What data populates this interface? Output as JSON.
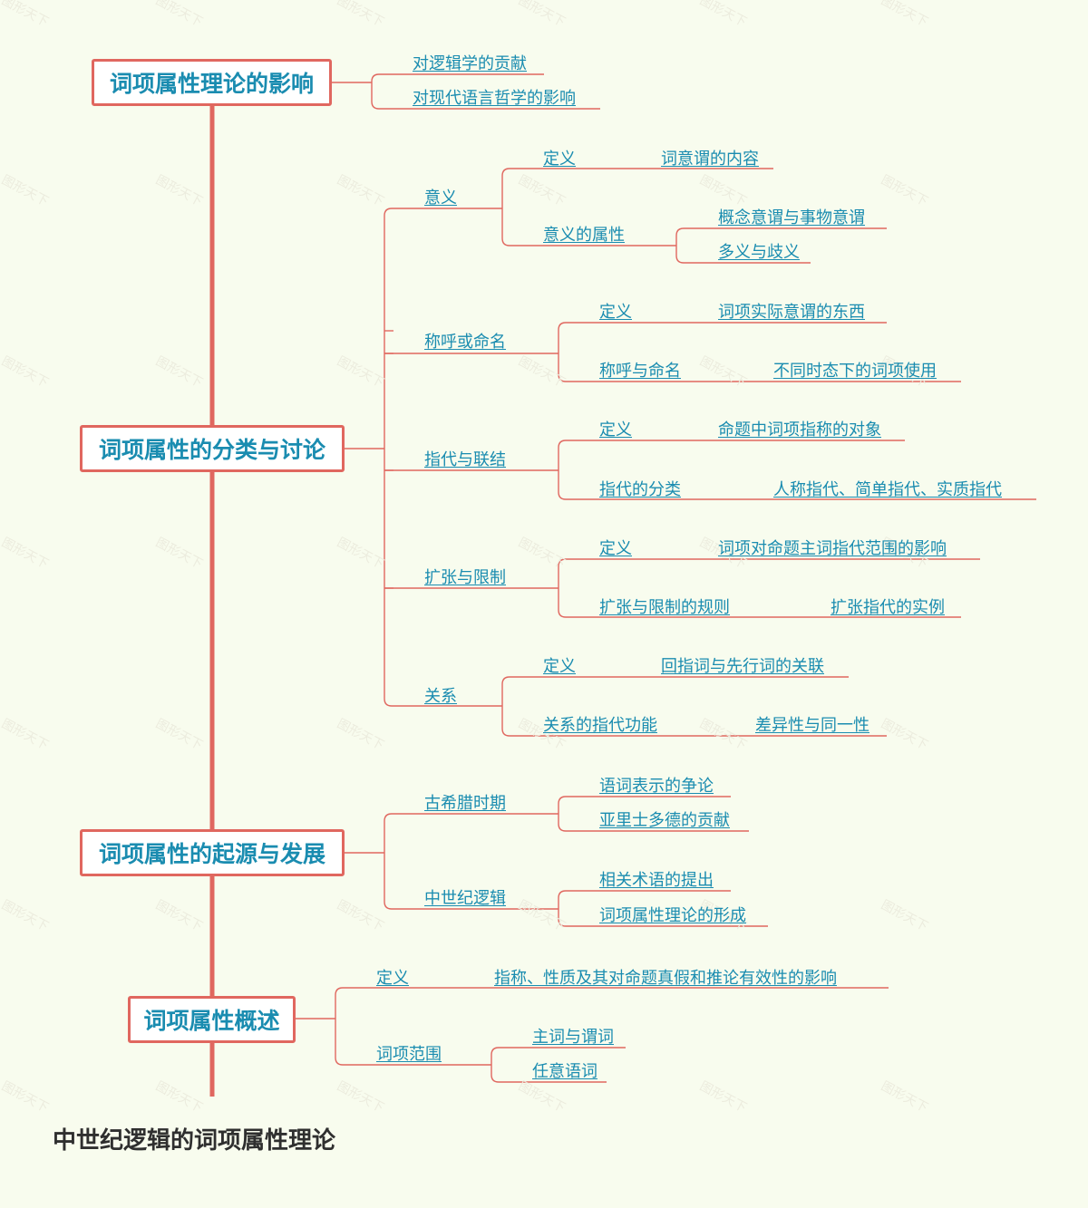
{
  "root": "中世纪逻辑的词项属性理论",
  "watermark": "图形天下",
  "colors": {
    "line": "#e0675f",
    "text": "#1a8cb0",
    "background": "#f8fcee",
    "root_text": "#2f2f2f"
  },
  "topics": {
    "t1": {
      "title": "词项属性理论的影响",
      "a": "对逻辑学的贡献",
      "b": "对现代语言哲学的影响"
    },
    "t2": {
      "title": "词项属性的分类与讨论",
      "g1": {
        "name": "意义",
        "a": "定义",
        "a1": "词意谓的内容",
        "b": "意义的属性",
        "b1": "概念意谓与事物意谓",
        "b2": "多义与歧义"
      },
      "g2": {
        "name": "称呼或命名",
        "a": "定义",
        "a1": "词项实际意谓的东西",
        "b": "称呼与命名",
        "b1": "不同时态下的词项使用"
      },
      "g3": {
        "name": "指代与联结",
        "a": "定义",
        "a1": "命题中词项指称的对象",
        "b": "指代的分类",
        "b1": "人称指代、简单指代、实质指代"
      },
      "g4": {
        "name": "扩张与限制",
        "a": "定义",
        "a1": "词项对命题主词指代范围的影响",
        "b": "扩张与限制的规则",
        "b1": "扩张指代的实例"
      },
      "g5": {
        "name": "关系",
        "a": "定义",
        "a1": "回指词与先行词的关联",
        "b": "关系的指代功能",
        "b1": "差异性与同一性"
      }
    },
    "t3": {
      "title": "词项属性的起源与发展",
      "g1": {
        "name": "古希腊时期",
        "a": "语词表示的争论",
        "b": "亚里士多德的贡献"
      },
      "g2": {
        "name": "中世纪逻辑",
        "a": "相关术语的提出",
        "b": "词项属性理论的形成"
      }
    },
    "t4": {
      "title": "词项属性概述",
      "a": "定义",
      "a1": "指称、性质及其对命题真假和推论有效性的影响",
      "b": "词项范围",
      "b1": "主词与谓词",
      "b2": "任意语词"
    }
  }
}
